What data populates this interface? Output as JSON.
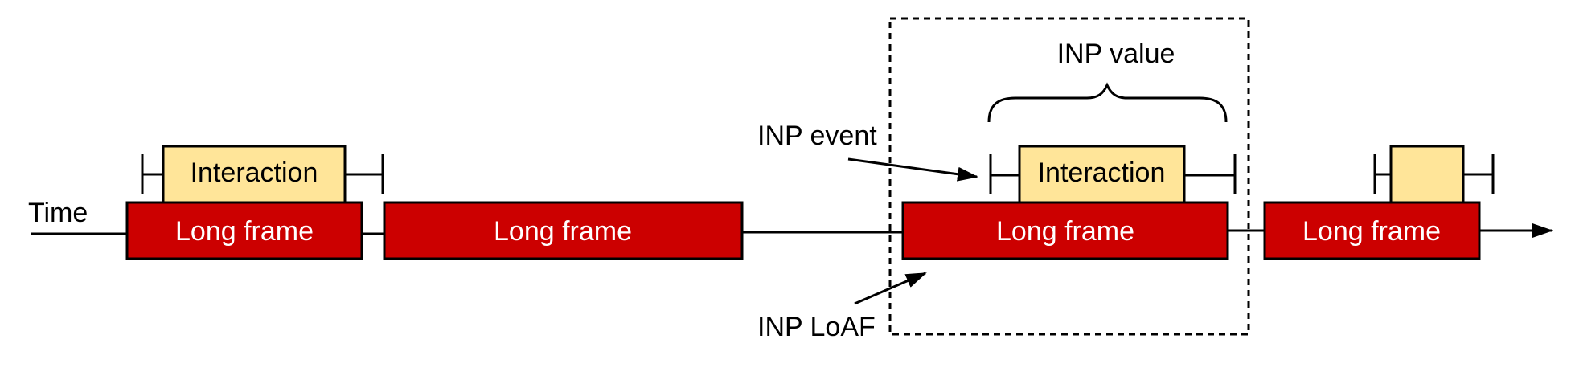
{
  "labels": {
    "time": "Time",
    "inp_value": "INP value",
    "inp_event": "INP event",
    "inp_loaf": "INP LoAF"
  },
  "long_frames": [
    {
      "label": "Long frame"
    },
    {
      "label": "Long frame"
    },
    {
      "label": "Long frame"
    },
    {
      "label": "Long frame"
    }
  ],
  "interactions": [
    {
      "label": "Interaction"
    },
    {
      "label": "Interaction"
    },
    {
      "label": ""
    }
  ],
  "colors": {
    "long_frame_fill": "#cc0000",
    "interaction_fill": "#ffe599",
    "outline": "#000000",
    "long_frame_text": "#ffffff",
    "label_text": "#000000",
    "background": "#ffffff"
  }
}
